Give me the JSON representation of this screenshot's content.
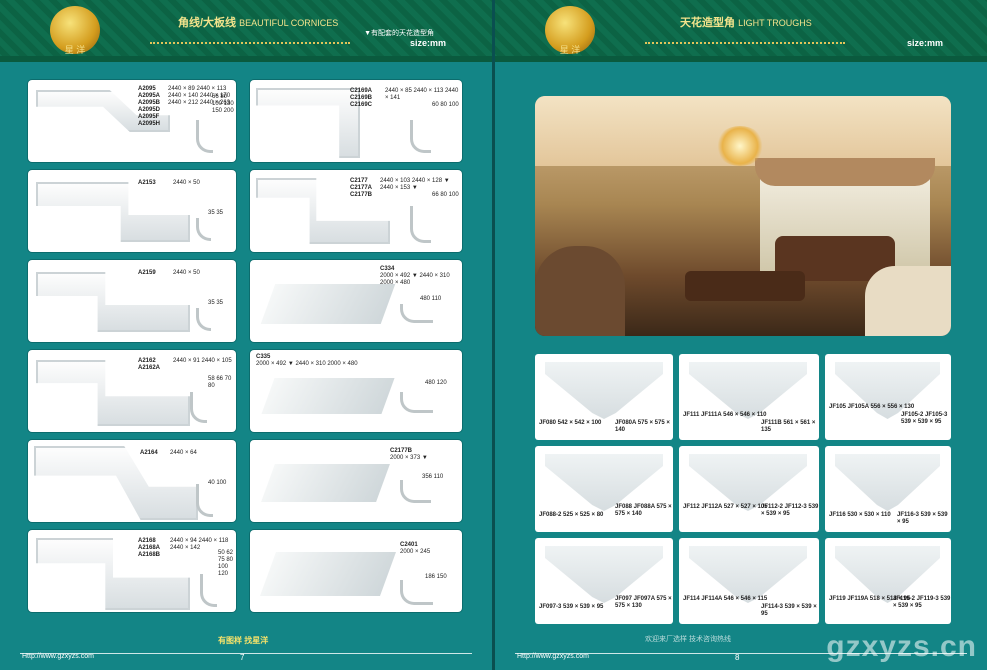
{
  "left": {
    "logo": "星 洋",
    "title_cn": "角线/大板线",
    "title_en": "BEAUTIFUL CORNICES",
    "note": "▼有配套的天花造型角",
    "size": "size:mm",
    "items": [
      {
        "codes": "A2095\nA2095A\nA2095B\nA2095D\nA2095F\nA2095H",
        "dims": "2440 × 89\n2440 × 113\n2440 × 140\n2440 × 170\n2440 × 212\n2440 × 263",
        "sizes": "66\n80\n100\n130\n150\n200"
      },
      {
        "codes": "C2169A\nC2169B\nC2169C",
        "dims": "2440 × 85\n2440 × 113\n2440 × 141",
        "sizes": "60\n80\n100"
      },
      {
        "codes": "A2153",
        "dims": "2440 × 50",
        "sizes": "35\n35"
      },
      {
        "codes": "C2177\nC2177A\nC2177B",
        "dims": "2440 × 103\n2440 × 128 ▼\n2440 × 153 ▼",
        "sizes": "66\n80\n100"
      },
      {
        "codes": "A2159",
        "dims": "2440 × 50",
        "sizes": "35\n35"
      },
      {
        "codes": "C334",
        "dims": "2000 × 492 ▼\n2440 × 310\n2000 × 480",
        "sizes": "480\n110"
      },
      {
        "codes": "A2162\nA2162A",
        "dims": "2440 × 91\n2440 × 105",
        "sizes": "58\n66\n70\n80"
      },
      {
        "codes": "C335",
        "dims": "2000 × 492 ▼\n2440 × 310\n2000 × 480",
        "sizes": "480\n120"
      },
      {
        "codes": "A2164",
        "dims": "2440 × 64",
        "sizes": "40\n100"
      },
      {
        "codes": "C2177B",
        "dims": "2000 × 373 ▼",
        "sizes": "356\n110"
      },
      {
        "codes": "A2168\nA2168A\nA2168B",
        "dims": "2440 × 94\n2440 × 118\n2440 × 142",
        "sizes": "50\n62\n75\n80\n100\n120"
      },
      {
        "codes": "C2401",
        "dims": "2000 × 245",
        "sizes": "186\n150"
      }
    ],
    "slogan": "有图样 找星洋",
    "url": "Http://www.gzxyzs.com",
    "page_num": "7"
  },
  "right": {
    "logo": "星 洋",
    "title_cn": "天花造型角",
    "title_en": "LIGHT TROUGHS",
    "size": "size:mm",
    "corners": [
      {
        "codes": "JF080\n542 × 542 × 100",
        "codes2": "JF080A\n575 × 575 × 140"
      },
      {
        "codes": "JF111\nJF111A\n546 × 546 × 110",
        "codes2": "JF111B\n561 × 561 × 135"
      },
      {
        "codes": "JF105\nJF105A\n556 × 556 × 130",
        "codes2": "JF105-2\nJF105-3\n539 × 539 × 95"
      },
      {
        "codes": "JF088-2\n525 × 525 × 80",
        "codes2": "JF088\nJF088A\n575 × 575 × 140"
      },
      {
        "codes": "JF112\nJF112A\n527 × 527 × 105",
        "codes2": "JF112-2\nJF112-3\n539 × 539 × 95"
      },
      {
        "codes": "JF116\n530 × 530 × 110",
        "codes2": "JF116-3\n539 × 539 × 95"
      },
      {
        "codes": "JF097-3\n539 × 539 × 95",
        "codes2": "JF097\nJF097A\n575 × 575 × 130"
      },
      {
        "codes": "JF114\nJF114A\n546 × 546 × 115",
        "codes2": "JF114-3\n539 × 539 × 95"
      },
      {
        "codes": "JF119\nJF119A\n518 × 518 × 95",
        "codes2": "JF119-2\nJF119-3\n539 × 539 × 95"
      }
    ],
    "slogan": "欢迎来厂选样 技术咨询热线",
    "url": "Http://www.gzxyzs.com",
    "page_num": "8",
    "watermark": "gzxyzs.cn"
  }
}
